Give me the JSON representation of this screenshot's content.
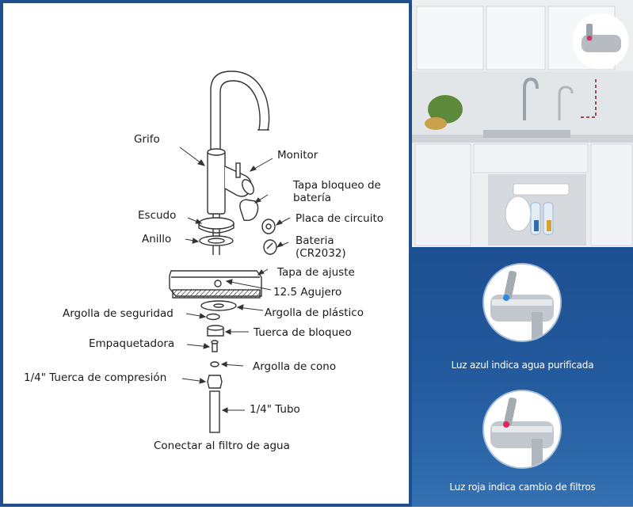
{
  "diagram": {
    "labels": {
      "grifo": "Grifo",
      "monitor": "Monitor",
      "tapa_bloqueo": "Tapa bloqueo de batería",
      "escudo": "Escudo",
      "placa": "Placa de circuito",
      "anillo": "Anillo",
      "bateria": "Bateria (CR2032)",
      "tapa_ajuste": "Tapa de ajuste",
      "agujero": "12.5 Agujero",
      "argolla_seguridad": "Argolla de seguridad",
      "argolla_plastico": "Argolla de plástico",
      "tuerca_bloqueo": "Tuerca de bloqueo",
      "empaquetadora": "Empaquetadora",
      "argolla_cono": "Argolla de cono",
      "tuerca_compresion": "1/4\" Tuerca de compresión",
      "tubo": "1/4\" Tubo",
      "conectar": "Conectar al filtro de agua"
    }
  },
  "panels": {
    "blue_caption": "Luz azul indica agua purificada",
    "red_caption": "Luz roja indica cambio de filtros"
  },
  "colors": {
    "frame_blue": "#1e4f8f",
    "indicator_blue": "#2a8be0",
    "indicator_red": "#e0245e"
  }
}
